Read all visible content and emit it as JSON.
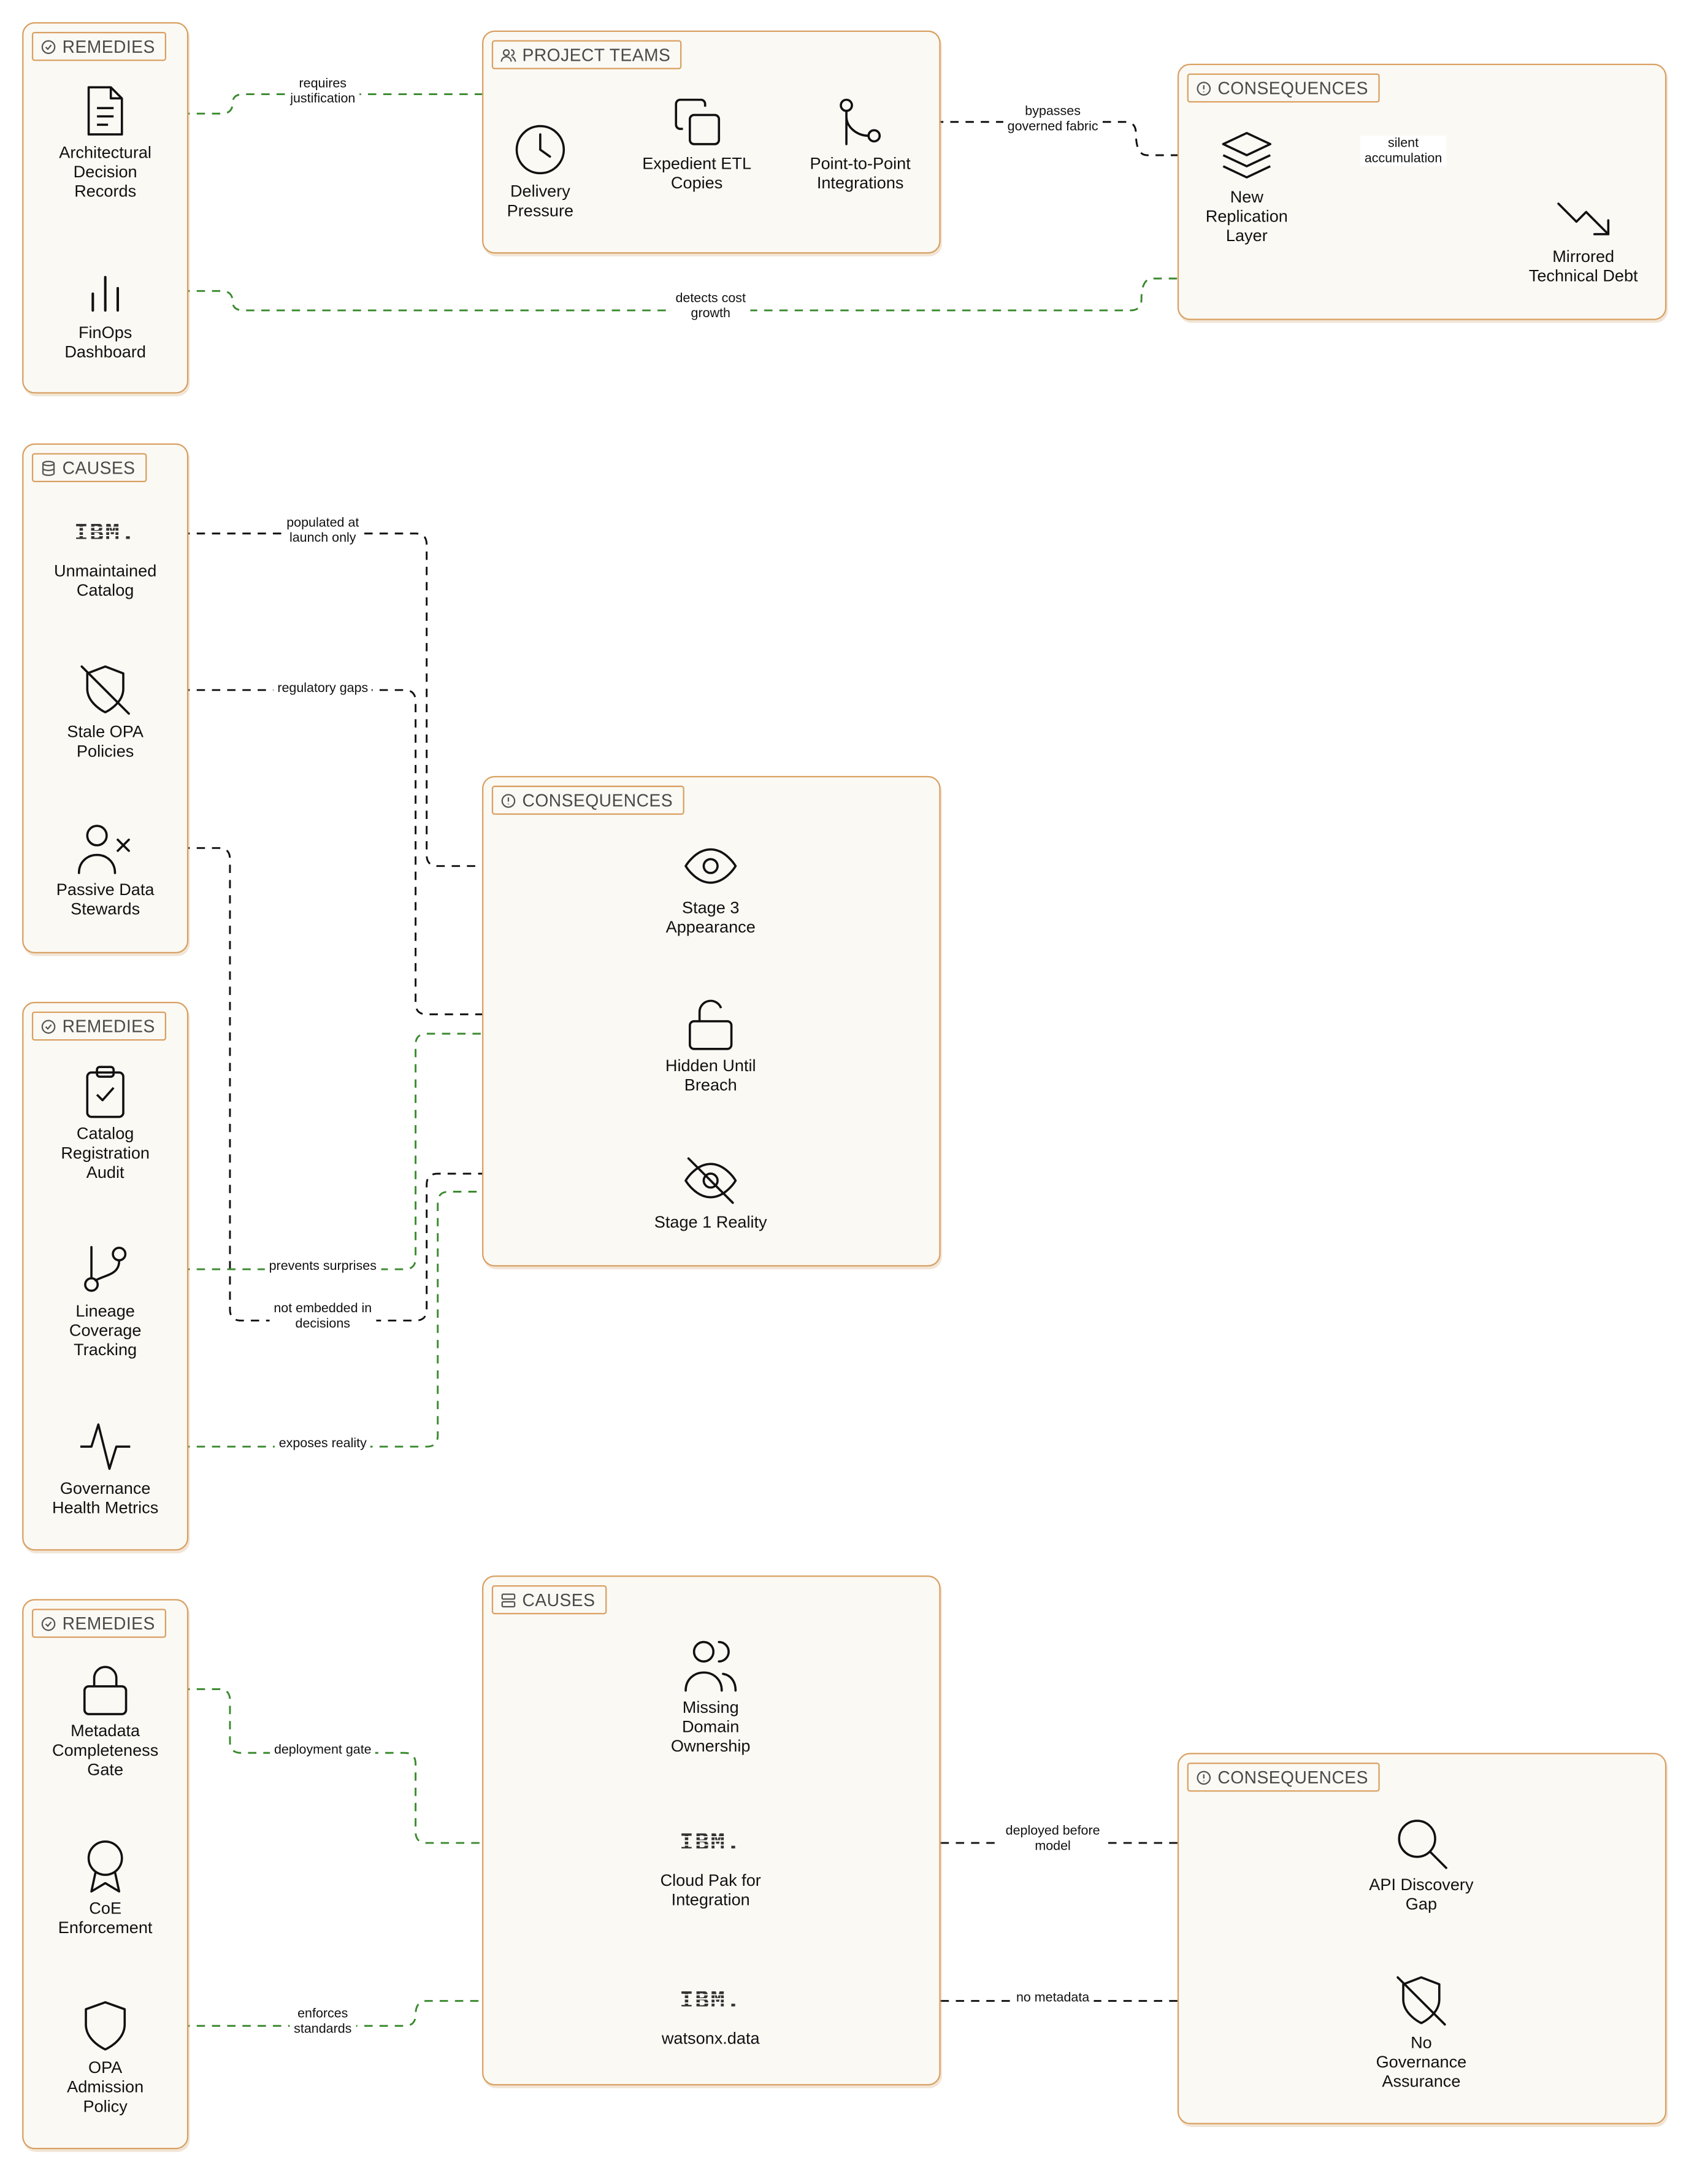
{
  "colors": {
    "border": "#d9a062",
    "panel": "#fbf9f4",
    "remedy_edge": "#3a8a2e",
    "cause_edge": "#111111"
  },
  "groups": {
    "remedies_1": {
      "title": "REMEDIES",
      "icon": "check-circle-icon"
    },
    "project_teams": {
      "title": "PROJECT TEAMS",
      "icon": "users-icon"
    },
    "consequences_1": {
      "title": "CONSEQUENCES",
      "icon": "alert-circle-icon"
    },
    "causes_1": {
      "title": "CAUSES",
      "icon": "database-icon"
    },
    "consequences_2": {
      "title": "CONSEQUENCES",
      "icon": "alert-circle-icon"
    },
    "remedies_2": {
      "title": "REMEDIES",
      "icon": "check-circle-icon"
    },
    "remedies_3": {
      "title": "REMEDIES",
      "icon": "check-circle-icon"
    },
    "causes_2": {
      "title": "CAUSES",
      "icon": "server-icon"
    },
    "consequences_3": {
      "title": "CONSEQUENCES",
      "icon": "alert-circle-icon"
    }
  },
  "nodes": {
    "adr": {
      "label": "Architectural\nDecision\nRecords",
      "icon": "document-icon"
    },
    "finops": {
      "label": "FinOps\nDashboard",
      "icon": "bar-chart-icon"
    },
    "delivery": {
      "label": "Delivery\nPressure",
      "icon": "clock-icon"
    },
    "etl": {
      "label": "Expedient ETL\nCopies",
      "icon": "copy-icon"
    },
    "p2p": {
      "label": "Point-to-Point\nIntegrations",
      "icon": "git-merge-icon"
    },
    "replication": {
      "label": "New\nReplication\nLayer",
      "icon": "layers-icon"
    },
    "mirrored": {
      "label": "Mirrored\nTechnical Debt",
      "icon": "trending-down-icon"
    },
    "catalog": {
      "label": "Unmaintained\nCatalog",
      "icon": "ibm-logo",
      "logo_text": "IBM."
    },
    "opa_stale": {
      "label": "Stale OPA\nPolicies",
      "icon": "shield-off-icon"
    },
    "stewards": {
      "label": "Passive Data\nStewards",
      "icon": "user-x-icon"
    },
    "stage3": {
      "label": "Stage 3\nAppearance",
      "icon": "eye-icon"
    },
    "breach": {
      "label": "Hidden Until\nBreach",
      "icon": "unlock-icon"
    },
    "stage1": {
      "label": "Stage 1 Reality",
      "icon": "eye-off-icon"
    },
    "audit": {
      "label": "Catalog\nRegistration\nAudit",
      "icon": "clipboard-check-icon"
    },
    "lineage": {
      "label": "Lineage\nCoverage\nTracking",
      "icon": "git-branch-icon"
    },
    "health": {
      "label": "Governance\nHealth Metrics",
      "icon": "activity-icon"
    },
    "metagate": {
      "label": "Metadata\nCompleteness\nGate",
      "icon": "lock-icon"
    },
    "coe": {
      "label": "CoE\nEnforcement",
      "icon": "award-icon"
    },
    "opa_adm": {
      "label": "OPA\nAdmission\nPolicy",
      "icon": "shield-icon"
    },
    "domain": {
      "label": "Missing\nDomain\nOwnership",
      "icon": "users-icon"
    },
    "cloudpak": {
      "label": "Cloud Pak for\nIntegration",
      "icon": "ibm-logo",
      "logo_text": "IBM."
    },
    "watsonx": {
      "label": "watsonx.data",
      "icon": "ibm-logo",
      "logo_text": "IBM."
    },
    "api_gap": {
      "label": "API Discovery\nGap",
      "icon": "search-icon"
    },
    "no_gov": {
      "label": "No\nGovernance\nAssurance",
      "icon": "shield-off-icon"
    }
  },
  "edges": {
    "e1": "requires\njustification",
    "e2": "detects cost\ngrowth",
    "e3": "bypasses\ngoverned fabric",
    "e4": "silent\naccumulation",
    "e5": "populated at\nlaunch only",
    "e6": "regulatory gaps",
    "e7": "prevents surprises",
    "e8": "not embedded in\ndecisions",
    "e9": "exposes reality",
    "e10": "deployment gate",
    "e11": "deployed before\nmodel",
    "e12": "enforces\nstandards",
    "e13": "no metadata"
  }
}
